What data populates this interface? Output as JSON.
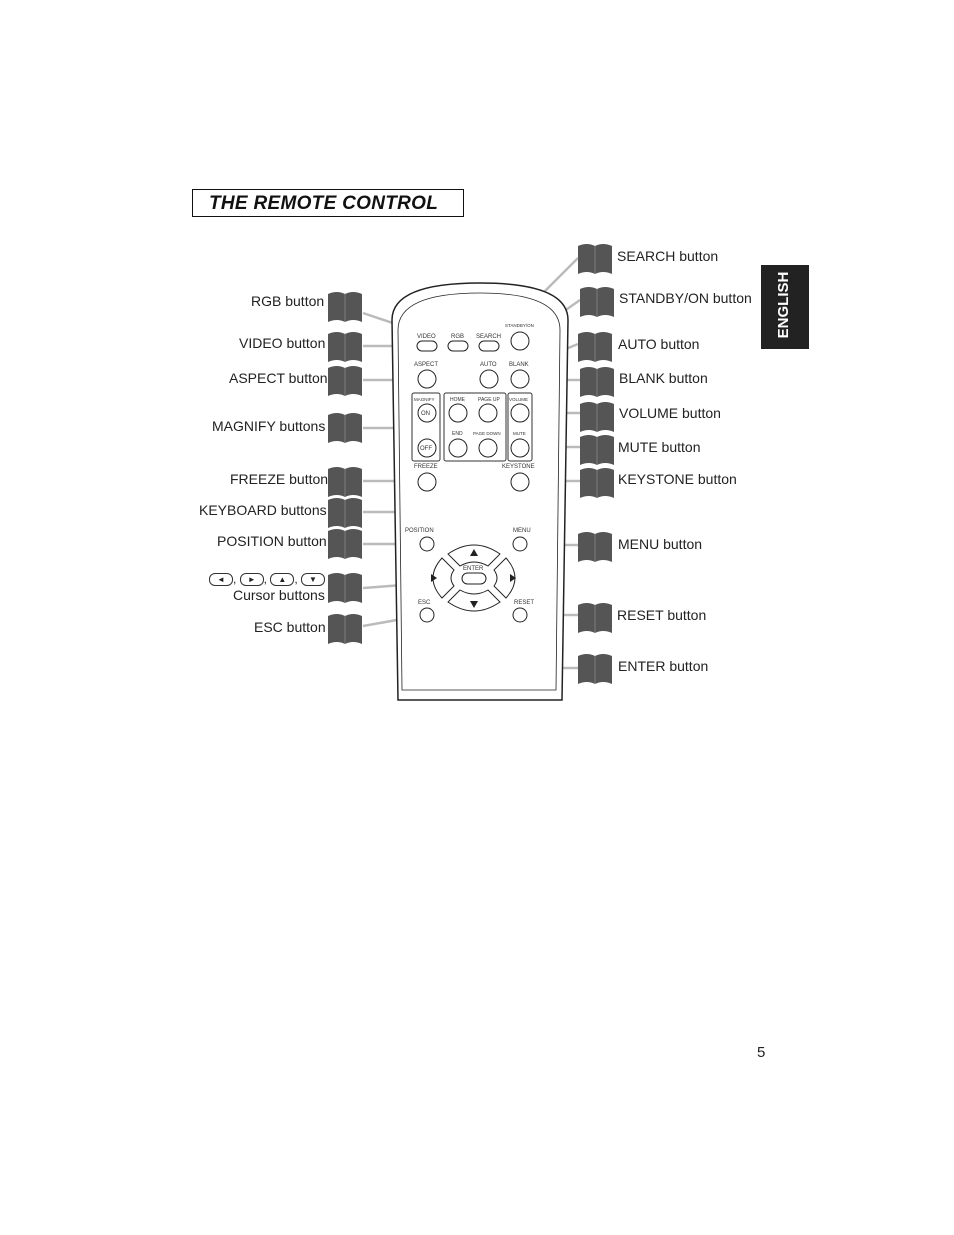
{
  "title": "THE REMOTE CONTROL",
  "language_tab": "ENGLISH",
  "page_number": "5",
  "callouts_left": {
    "rgb": "RGB button",
    "video": "VIDEO button",
    "aspect": "ASPECT button",
    "magnify": "MAGNIFY buttons",
    "freeze": "FREEZE button",
    "keyboard": "KEYBOARD buttons",
    "position": "POSITION button",
    "cursor": "Cursor buttons",
    "esc": "ESC button"
  },
  "callouts_right": {
    "search": "SEARCH button",
    "standby": "STANDBY/ON button",
    "auto": "AUTO button",
    "blank": "BLANK button",
    "volume": "VOLUME button",
    "mute": "MUTE button",
    "keystone": "KEYSTONE button",
    "menu": "MENU button",
    "reset": "RESET button",
    "enter": "ENTER button"
  },
  "cursor_glyphs": [
    "◄",
    "►",
    "▲",
    "▼"
  ],
  "remote_labels": {
    "video": "VIDEO",
    "rgb": "RGB",
    "search": "SEARCH",
    "standby": "STANDBY/ON",
    "aspect": "ASPECT",
    "auto": "AUTO",
    "blank": "BLANK",
    "magnify": "MAGNIFY",
    "on": "ON",
    "off": "OFF",
    "home": "HOME",
    "page_up": "PAGE UP",
    "end": "END",
    "page_down": "PAGE DOWN",
    "volume": "VOLUME",
    "mute": "MUTE",
    "freeze": "FREEZE",
    "keystone": "KEYSTONE",
    "position": "POSITION",
    "menu": "MENU",
    "enter": "ENTER",
    "esc": "ESC",
    "reset": "RESET"
  }
}
